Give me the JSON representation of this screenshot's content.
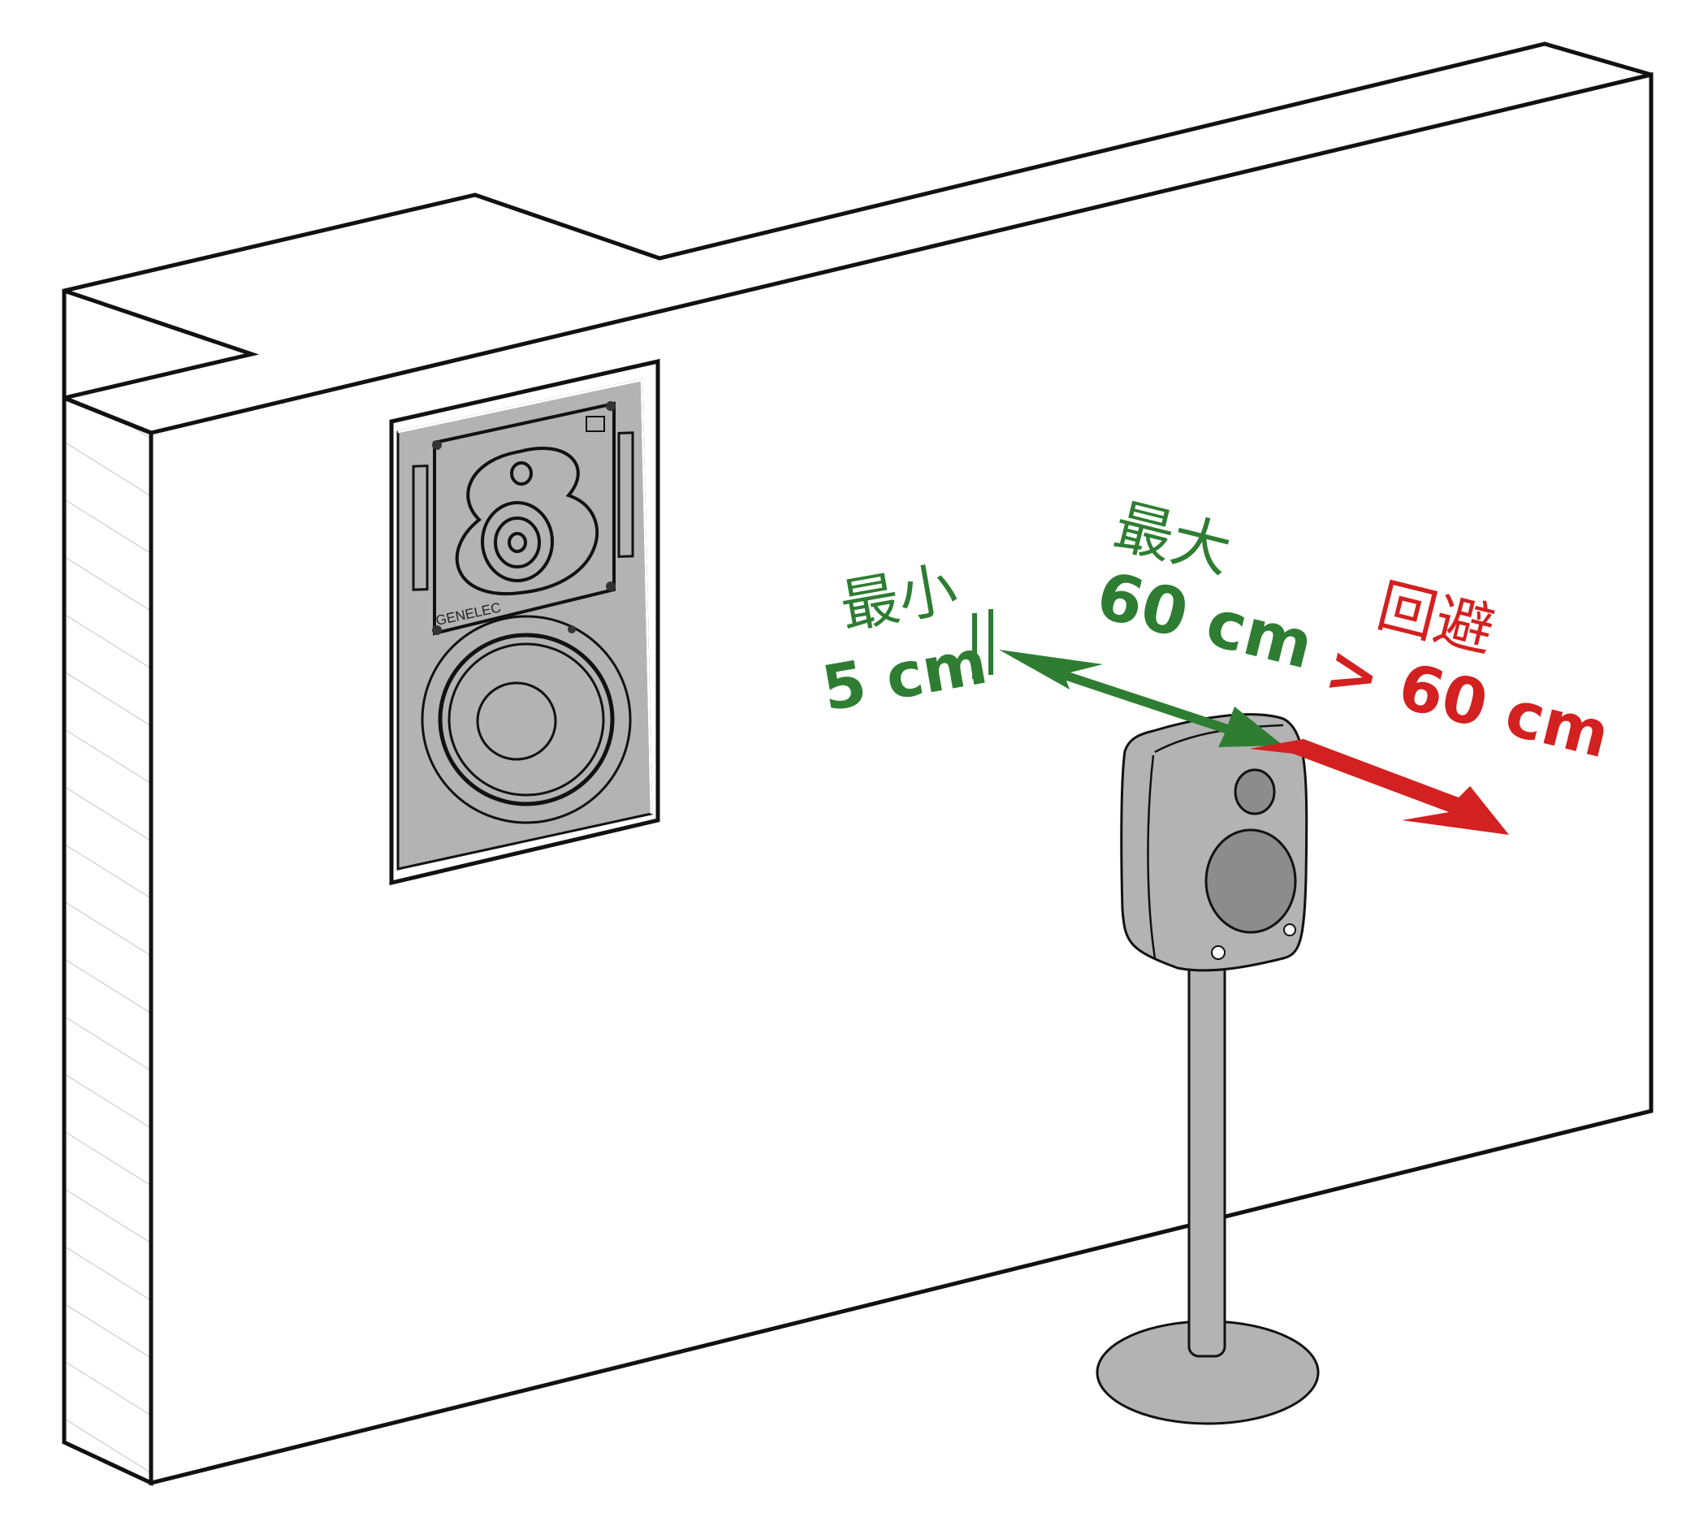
{
  "speaker_brand": "GENELEC",
  "labels": {
    "min": {
      "title": "最小",
      "value": "5 cm"
    },
    "max": {
      "title": "最大",
      "value": "60 cm"
    },
    "avoid": {
      "title": "回避",
      "value": "> 60 cm"
    }
  },
  "colors": {
    "green": "#2e7d32",
    "red": "#d32020",
    "speaker_gray": "#b3b3b3",
    "driver_gray": "#8c8c8c",
    "outline": "#111111",
    "hatch": "#c4c4c4"
  },
  "icons": {
    "in_wall_speaker": "flush-mounted-studio-monitor",
    "stand_speaker": "speaker-on-floor-stand"
  }
}
